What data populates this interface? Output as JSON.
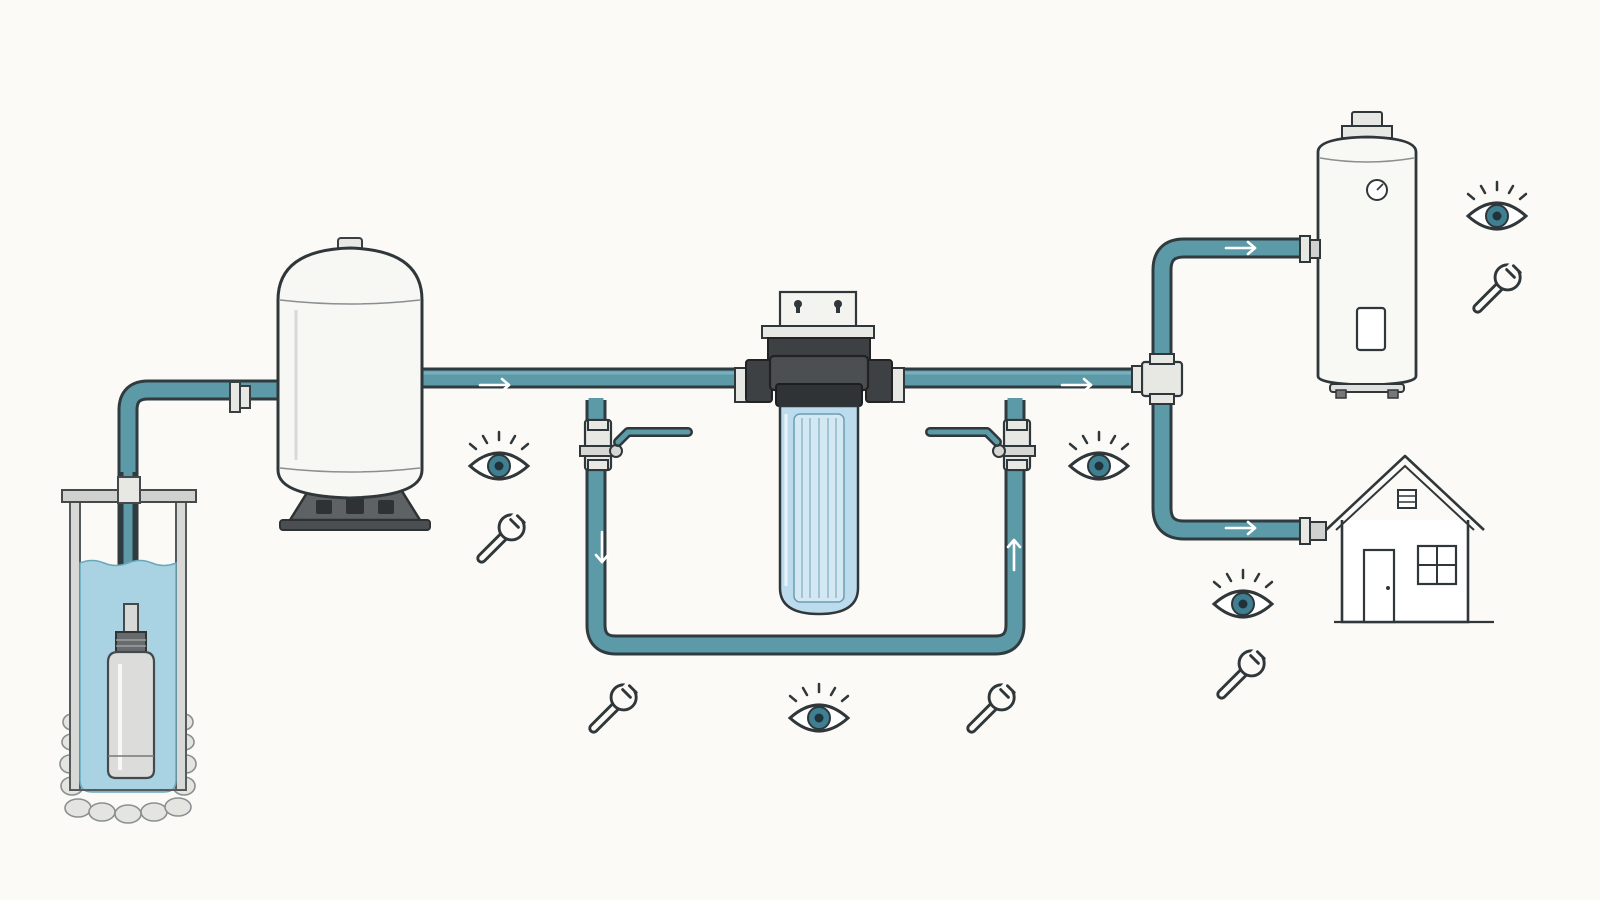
{
  "colors": {
    "background": "#fbfaf6",
    "pipe": "#5d9aa8",
    "pipe_outline": "#2f3b3f",
    "water": "#a9d3e2",
    "filter_bowl": "#bcdcee",
    "outline": "#30373a",
    "dark_part": "#4b4f52",
    "fitting": "#e7e7e4",
    "eye_iris": "#3e8092"
  },
  "icons": {
    "monitor": "eye-icon",
    "maintenance": "wrench-icon",
    "flow": "arrow-icon"
  },
  "components": [
    "well-pump",
    "pressure-tank",
    "whole-house-filter",
    "bypass-valves",
    "water-heater",
    "house"
  ]
}
